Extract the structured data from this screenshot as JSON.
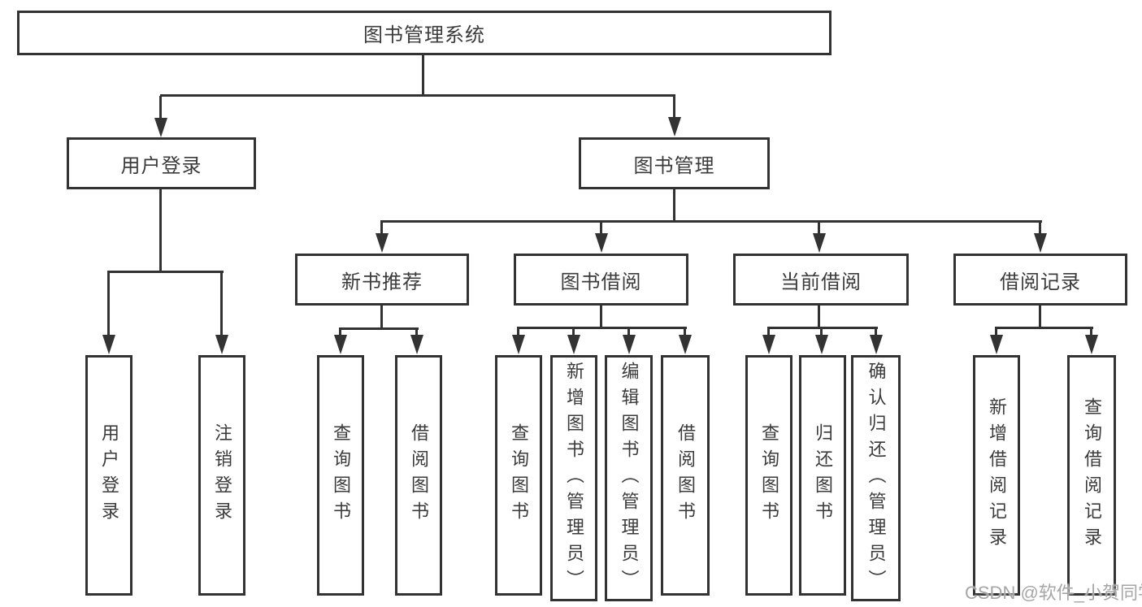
{
  "colors": {
    "line": "#333333",
    "text": "#3b3b3b",
    "watermark": "#a6a6a6",
    "background": "#ffffff"
  },
  "tree": {
    "label": "图书管理系统",
    "children": [
      {
        "label": "用户登录",
        "children": [
          {
            "label": "用户登录"
          },
          {
            "label": "注销登录"
          }
        ]
      },
      {
        "label": "图书管理",
        "children": [
          {
            "label": "新书推荐",
            "children": [
              {
                "label": "查询图书"
              },
              {
                "label": "借阅图书"
              }
            ]
          },
          {
            "label": "图书借阅",
            "children": [
              {
                "label": "查询图书"
              },
              {
                "label": "新增图书（管理员）"
              },
              {
                "label": "编辑图书（管理员）"
              },
              {
                "label": "借阅图书"
              }
            ]
          },
          {
            "label": "当前借阅",
            "children": [
              {
                "label": "查询图书"
              },
              {
                "label": "归还图书"
              },
              {
                "label": "确认归还（管理员）"
              }
            ]
          },
          {
            "label": "借阅记录",
            "children": [
              {
                "label": "新增借阅记录"
              },
              {
                "label": "查询借阅记录"
              }
            ]
          }
        ]
      }
    ]
  },
  "watermark": {
    "label": "CSDN @软件_小贺同学"
  }
}
